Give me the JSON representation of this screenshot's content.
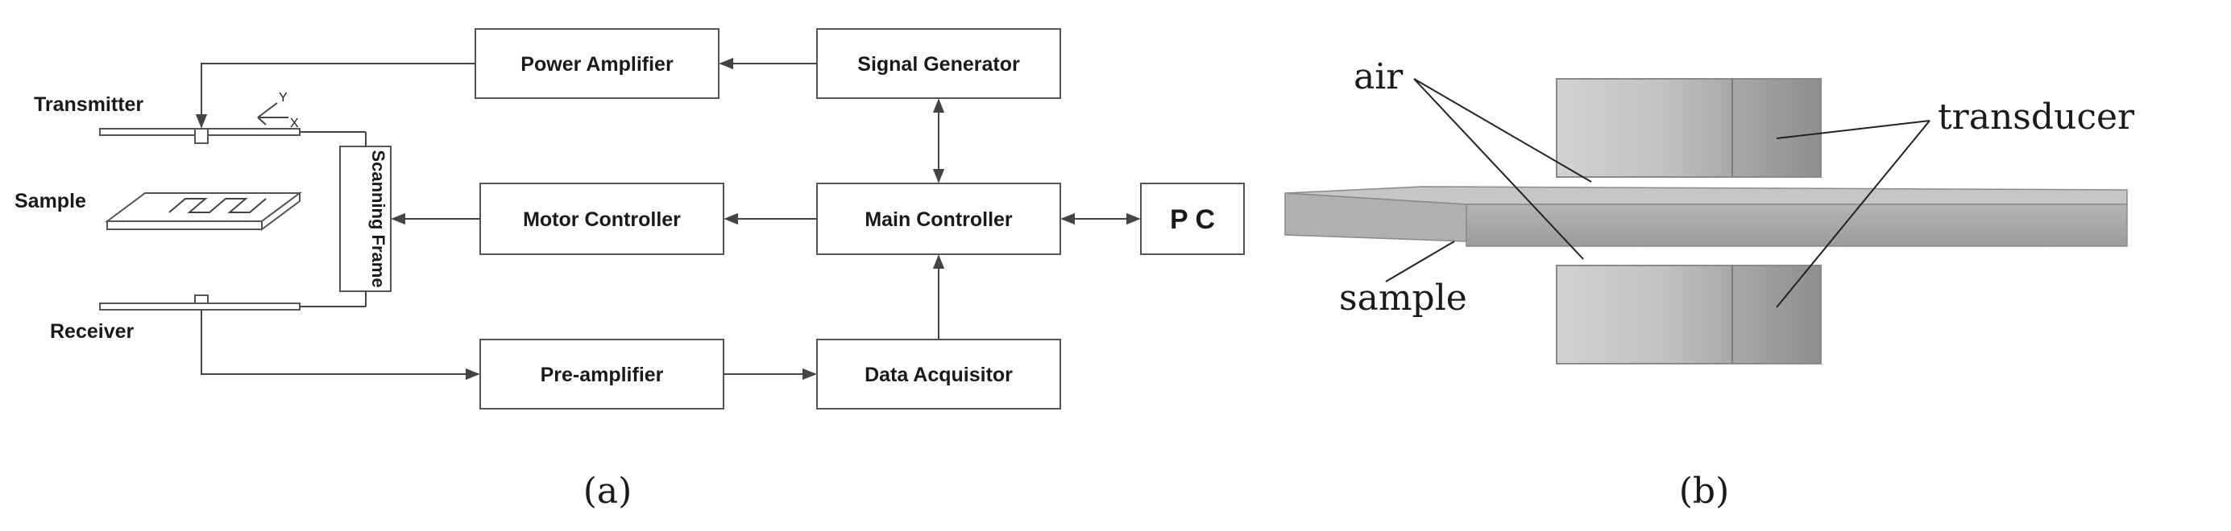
{
  "panel_a": {
    "caption": "(a)",
    "labels": {
      "transmitter": "Transmitter",
      "sample": "Sample",
      "receiver": "Receiver",
      "axis_y": "Y",
      "axis_x": "X"
    },
    "blocks": {
      "power_amplifier": "Power Amplifier",
      "signal_generator": "Signal Generator",
      "scanning_frame": "Scanning Frame",
      "motor_controller": "Motor Controller",
      "main_controller": "Main Controller",
      "pc": "P C",
      "pre_amplifier": "Pre-amplifier",
      "data_acquisitor": "Data Acquisitor"
    }
  },
  "panel_b": {
    "caption": "(b)",
    "labels": {
      "air": "air",
      "transducer": "transducer",
      "sample": "sample"
    }
  },
  "colors": {
    "line": "#444444",
    "box_border": "#555555",
    "text": "#1a1a1a",
    "slab_top": "#c8c8c8",
    "slab_front": "#a6a6a6",
    "cylinder_light": "#c4c4c4",
    "cylinder_dark": "#9a9a9a"
  }
}
